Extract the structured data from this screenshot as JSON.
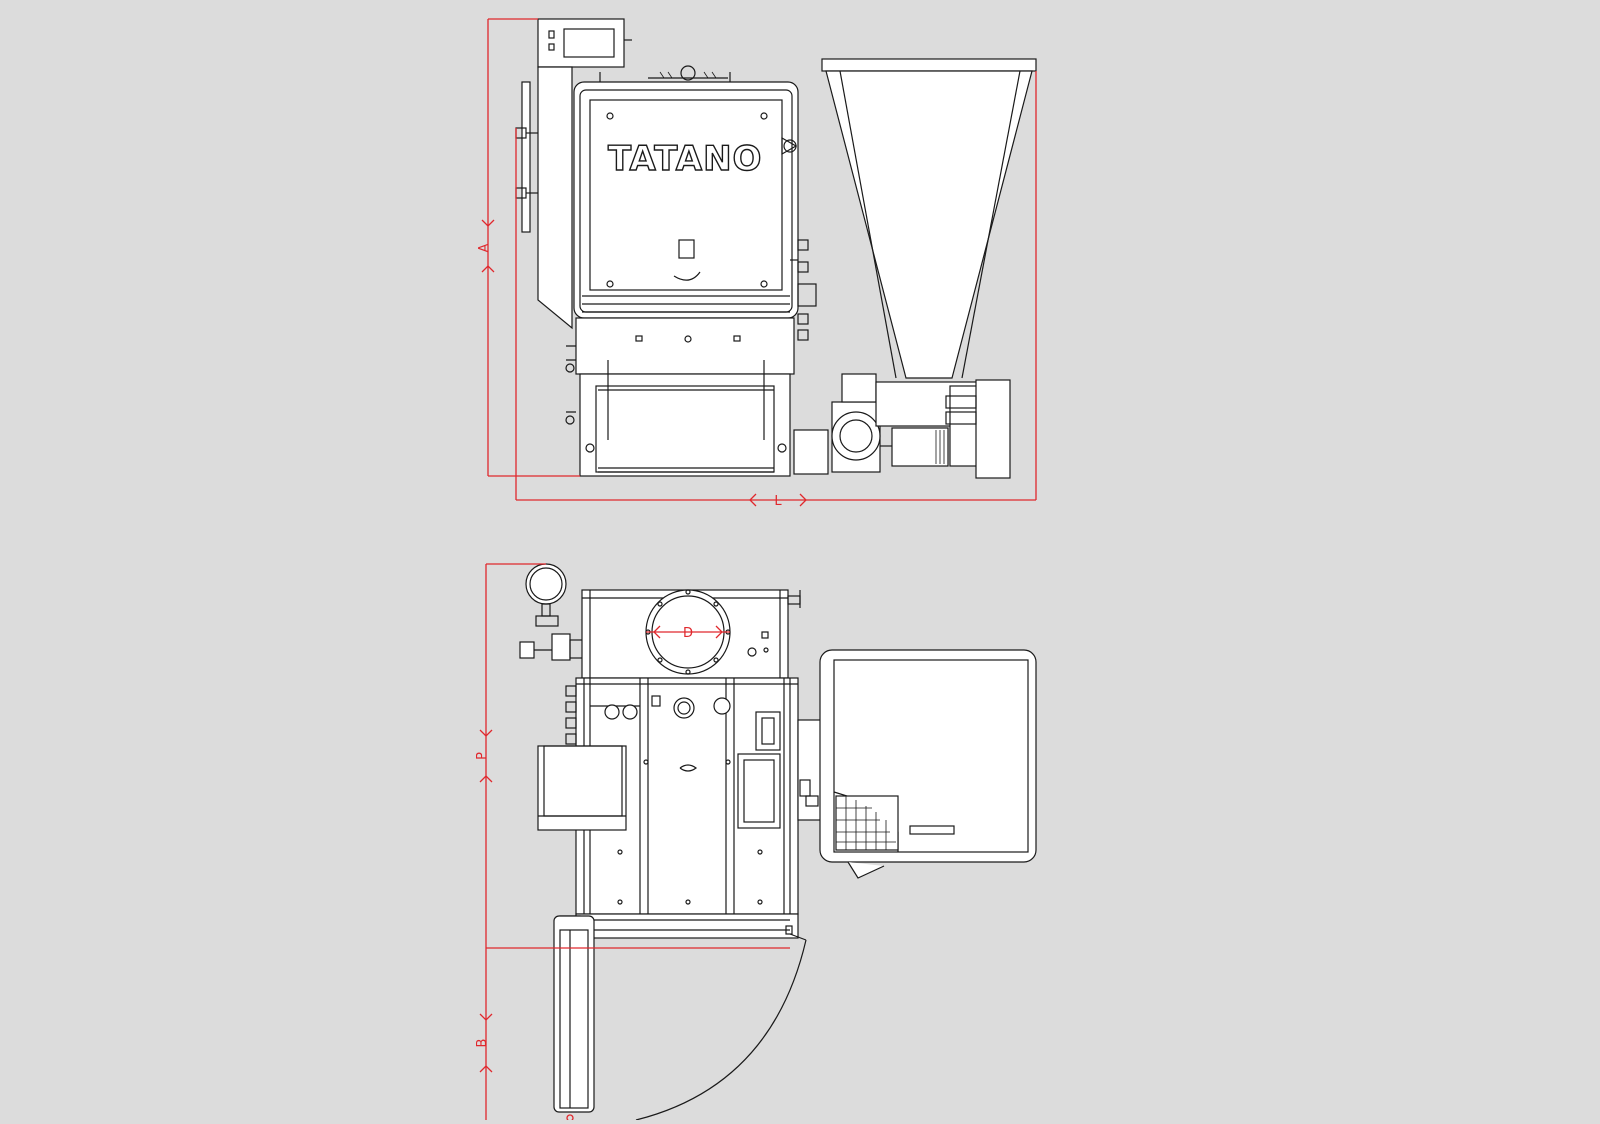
{
  "drawing": {
    "brand_text": "TATANO",
    "dimension_labels": {
      "height": "A",
      "length": "L",
      "depth": "P",
      "door_clearance": "B",
      "flue_diameter": "D"
    },
    "colors": {
      "background": "#dcdcdc",
      "lines": "#1a1a1a",
      "dimensions": "#e0282d"
    }
  }
}
